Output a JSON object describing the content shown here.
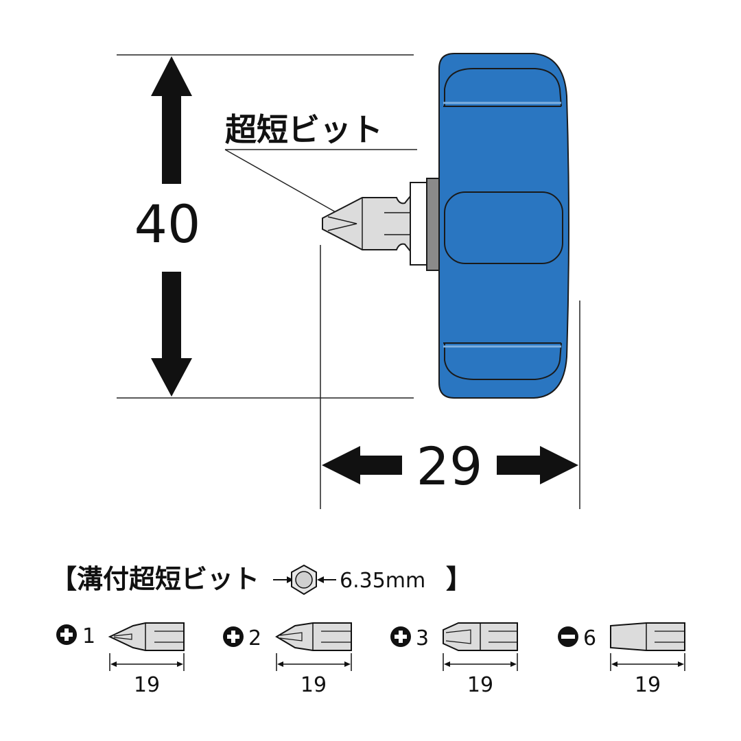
{
  "main_view": {
    "height_dimension": "40",
    "width_dimension": "29",
    "bit_label": "超短ビット"
  },
  "bit_set": {
    "title_prefix": "【溝付超短ビット",
    "hex_size": "6.35mm",
    "title_suffix": "】",
    "bits": [
      {
        "type_symbol": "plus",
        "size": "1",
        "length": "19"
      },
      {
        "type_symbol": "plus",
        "size": "2",
        "length": "19"
      },
      {
        "type_symbol": "plus",
        "size": "3",
        "length": "19"
      },
      {
        "type_symbol": "minus",
        "size": "6",
        "length": "19"
      }
    ]
  },
  "colors": {
    "handle_blue": "#2a76c1",
    "outline": "#1a1a1a",
    "bit_fill": "#dcdcdc",
    "collar_gray": "#8a8a8a"
  }
}
